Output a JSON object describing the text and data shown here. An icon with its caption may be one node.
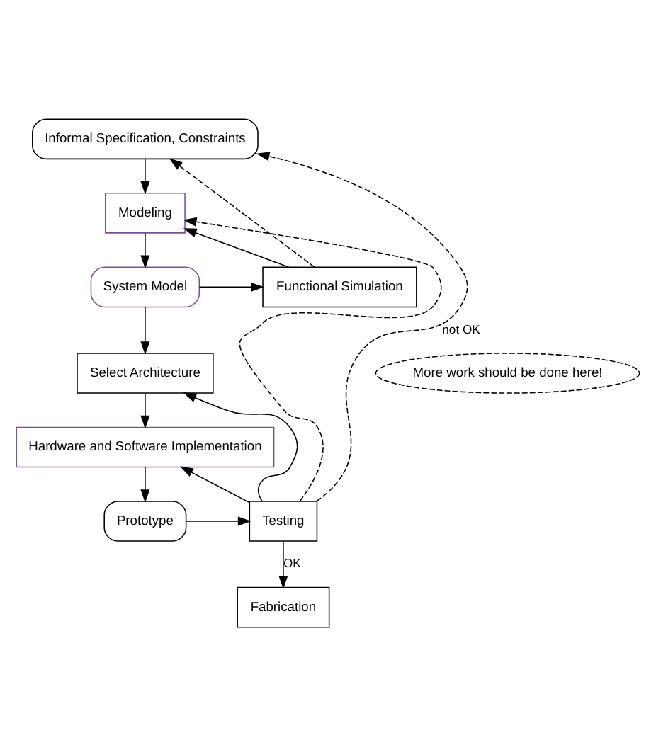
{
  "diagram": {
    "nodes": [
      {
        "text": [
          "Informal Specification, Constraints"
        ]
      },
      {
        "text": [
          "Modeling"
        ]
      },
      {
        "text": [
          "Functional Simulation"
        ]
      },
      {
        "text": [
          "System Model"
        ]
      },
      {
        "text": [
          "Select Architecture"
        ]
      },
      {
        "text": [
          "Hardware and Software Implementation"
        ]
      },
      {
        "text": [
          "More work should be done here!"
        ]
      },
      {
        "text": [
          "Prototype"
        ]
      },
      {
        "text": [
          "Testing"
        ]
      },
      {
        "text": [
          "Fabrication"
        ]
      }
    ],
    "edges": [
      {
        "from": 0,
        "to": 1,
        "arrow": "to"
      },
      {
        "from": 1,
        "to": 3,
        "arrow": "to"
      },
      {
        "from": 3,
        "to": 2,
        "arrow": "to"
      },
      {
        "from": 2,
        "to": 1,
        "arrow": "to"
      },
      {
        "from": 2,
        "to": 0,
        "arrow": "to",
        "style": "dashed"
      },
      {
        "from": 3,
        "to": 4,
        "arrow": "to"
      },
      {
        "from": 4,
        "to": 5,
        "arrow": "to"
      },
      {
        "from": 5,
        "to": 7,
        "arrow": "to"
      },
      {
        "from": 7,
        "to": 8,
        "arrow": "to"
      },
      {
        "from": 8,
        "to": 9,
        "arrow": "to",
        "label": "OK"
      },
      {
        "from": 8,
        "to": 0,
        "arrow": "to",
        "style": "dashed",
        "label": "not OK"
      },
      {
        "from": 8,
        "to": 1,
        "arrow": "to",
        "style": "dashed"
      },
      {
        "from": 8,
        "to": 4,
        "arrow": "to"
      },
      {
        "from": 8,
        "to": 5,
        "arrow": "to"
      }
    ]
  }
}
